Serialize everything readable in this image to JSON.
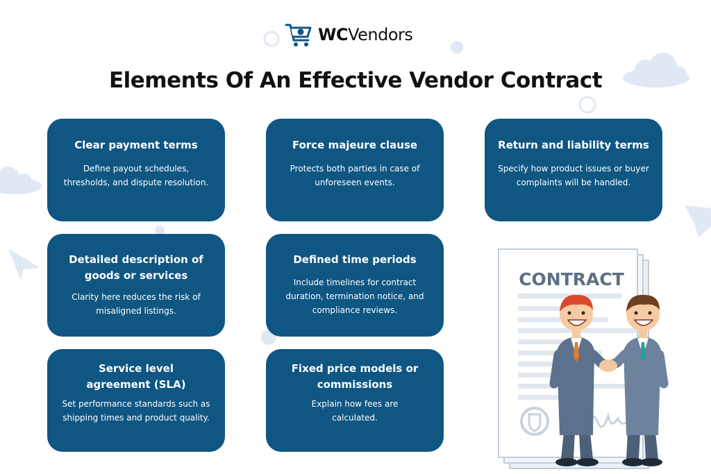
{
  "brand": {
    "name_bold": "WC",
    "name_rest": "Vendors"
  },
  "title": "Elements Of An Effective Vendor Contract",
  "cards": [
    {
      "title": "Clear payment terms",
      "desc": "Define payout schedules, thresholds, and dispute resolution."
    },
    {
      "title": "Force majeure clause",
      "desc": "Protects both parties in case of unforeseen events."
    },
    {
      "title": "Return and liability terms",
      "desc": "Specify how product issues or buyer complaints will be handled."
    },
    {
      "title": "Detailed description of goods or services",
      "desc": "Clarity here reduces the risk of misaligned listings."
    },
    {
      "title": "Defined time periods",
      "desc": "Include timelines for contract duration, termination notice, and compliance reviews."
    },
    {
      "title": "Service level agreement (SLA)",
      "desc": "Set performance standards such as shipping times and product quality."
    },
    {
      "title": "Fixed price models or commissions",
      "desc": "Explain how fees are calculated."
    }
  ],
  "illustration": {
    "document_label": "CONTRACT"
  },
  "colors": {
    "card": "#0f5683",
    "deco": "#dfe8f3",
    "text": "#111111"
  }
}
